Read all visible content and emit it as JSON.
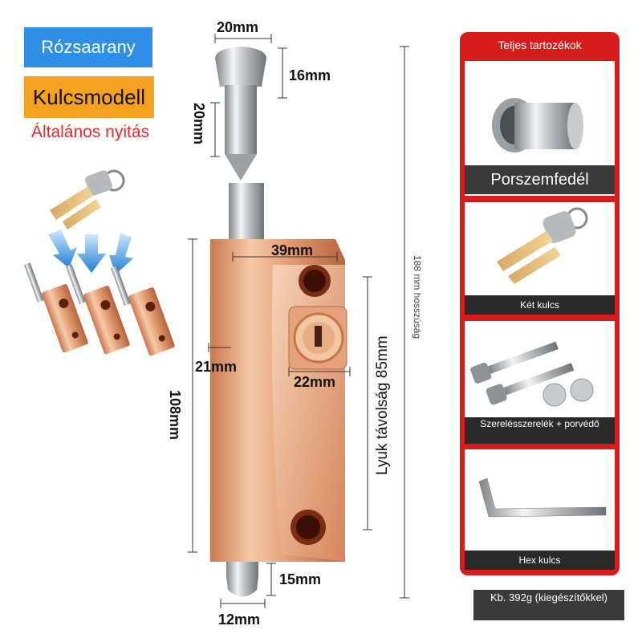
{
  "badges": {
    "color_label": "Rózsaarany",
    "model_label": "Kulcsmodell",
    "open_label": "Általános nyitás"
  },
  "dimensions": {
    "top_width": "20mm",
    "cap_height": "16mm",
    "pin_length": "20mm",
    "body_width": "39mm",
    "side_depth": "21mm",
    "lock_width": "22mm",
    "body_height": "108mm",
    "hole_distance": "Lyuk távolság 85mm",
    "total_length": "188 mm hosszúság",
    "bottom_pin_height": "15mm",
    "bottom_pin_width": "12mm"
  },
  "accessories": {
    "title": "Teljes tartozékok",
    "items": [
      {
        "label": "Porszemfedél",
        "icon": "dust-cover-icon"
      },
      {
        "label": "Két kulcs",
        "icon": "keys-icon"
      },
      {
        "label": "Szerelésszerelék + porvédő",
        "icon": "screws-icon"
      },
      {
        "label": "Hex kulcs",
        "icon": "hex-key-icon"
      }
    ]
  },
  "weight": "Kb. 392g (kiegészítőkkel)",
  "colors": {
    "accent_blue": "#2f8fe6",
    "accent_orange": "#f4a21f",
    "accent_red": "#d61c1c",
    "rose_gold": "#e9a47e"
  }
}
